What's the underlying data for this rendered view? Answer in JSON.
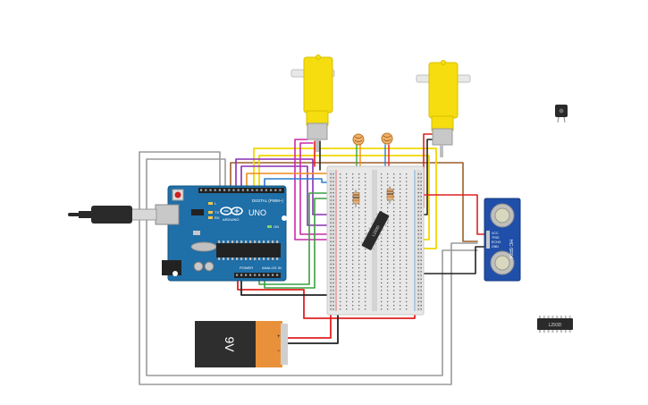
{
  "arduino": {
    "brand": "UNO",
    "logo_text": "ARDUINO",
    "digital_header": "DIGITAL (PWM~)",
    "power_header": "POWER",
    "analog_header": "ANALOG IN",
    "on_label": "ON",
    "tx_label": "TX",
    "rx_label": "RX",
    "l_label": "L"
  },
  "battery": {
    "label": "9V",
    "plus": "+",
    "minus": "−"
  },
  "ultrasonic": {
    "model": "HC-SR04",
    "pins": [
      "VCC",
      "TRIG",
      "ECHO",
      "GND"
    ]
  },
  "motor_ic": {
    "label": "L293D"
  },
  "chip_on_board": {
    "label": "L293D"
  },
  "colors": {
    "board_blue": "#1f6fa8",
    "motor_yellow": "#f5dd0f",
    "wire_red": "#e02020",
    "wire_black": "#222222",
    "wire_gray": "#9a9a9a",
    "wire_yellow": "#f0d800",
    "wire_purple": "#8a2fb4",
    "wire_magenta": "#c92aa8",
    "wire_green": "#3aa040",
    "wire_brown": "#9b5e2a",
    "wire_blue": "#2a7fd0",
    "wire_orange": "#f08a1c"
  }
}
